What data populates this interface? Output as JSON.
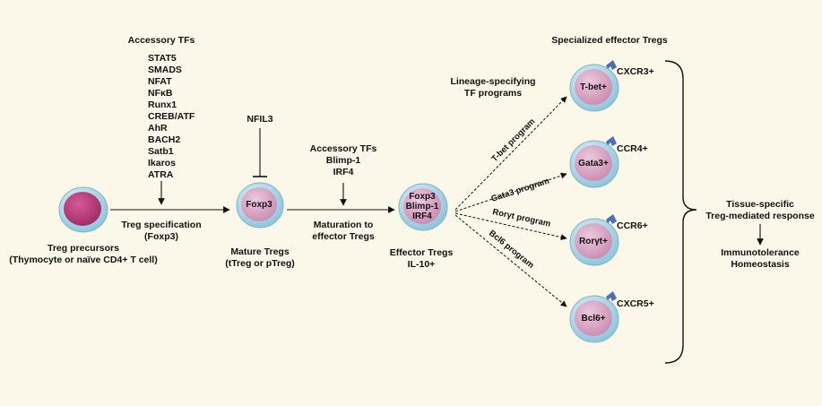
{
  "precursor": {
    "title": "Treg precursors",
    "subtitle": "(Thymocyte or naïve CD4+ T cell)"
  },
  "accessory_tfs_1": {
    "heading": "Accessory TFs",
    "items": [
      "STAT5",
      "SMADS",
      "NFAT",
      "NFκB",
      "Runx1",
      "CREB/ATF",
      "AhR",
      "BACH2",
      "Satb1",
      "Ikaros",
      "ATRA"
    ]
  },
  "specification": {
    "line1": "Treg specification",
    "line2": "(Foxp3)"
  },
  "nfil3": "NFIL3",
  "mature": {
    "cell": "Foxp3",
    "line1": "Mature Tregs",
    "line2": "(tTreg or pTreg)"
  },
  "accessory_tfs_2": {
    "line1": "Accessory TFs",
    "line2": "Blimp-1",
    "line3": "IRF4"
  },
  "maturation": {
    "line1": "Maturation to",
    "line2": "effector Tregs"
  },
  "effector": {
    "cell_lines": [
      "Foxp3",
      "Blimp-1",
      "IRF4"
    ],
    "line1": "Effector Tregs",
    "line2": "IL-10+"
  },
  "lineage": {
    "line1": "Lineage-specifying",
    "line2": "TF programs"
  },
  "specialized_title": "Specialized effector Tregs",
  "programs": [
    "T-bet program",
    "Gata3 program",
    "Rorγt program",
    "Bcl6 program"
  ],
  "subsets": [
    {
      "cell": "T-bet+",
      "marker": "CXCR3+"
    },
    {
      "cell": "Gata3+",
      "marker": "CCR4+"
    },
    {
      "cell": "Rorγt+",
      "marker": "CCR6+"
    },
    {
      "cell": "Bcl6+",
      "marker": "CXCR5+"
    }
  ],
  "response": {
    "line1": "Tissue-specific",
    "line2": "Treg-mediated response"
  },
  "outcome": {
    "line1": "Immunotolerance",
    "line2": "Homeostasis"
  },
  "colors": {
    "background": "#fbf7e9",
    "cell_outer": "#b9dde9",
    "cell_inner": "#d7a3c4",
    "precursor_nucleus": "#b63b7b",
    "receptor": "#4a6fb5"
  }
}
